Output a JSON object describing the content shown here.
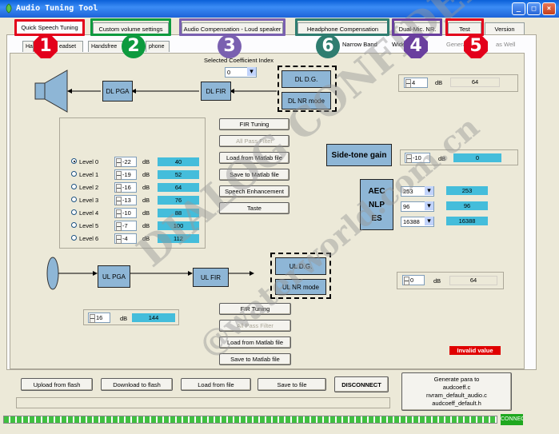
{
  "window": {
    "title": "Audio Tuning Tool",
    "buttons": [
      "_",
      "□",
      "×"
    ]
  },
  "tabs": [
    {
      "label": "Quick Speech Tuning",
      "active": true
    },
    {
      "label": "Custom volume settings"
    },
    {
      "label": "Audio Compensation - Loud speaker"
    },
    {
      "label": "Headphone Compensation"
    },
    {
      "label": "Dual-Mic. NR."
    },
    {
      "label": "Test"
    },
    {
      "label": "Version"
    }
  ],
  "annotations": [
    {
      "n": "1",
      "color": "#e3001b"
    },
    {
      "n": "2",
      "color": "#0d9a3e"
    },
    {
      "n": "3",
      "color": "#7a60b0"
    },
    {
      "n": "6",
      "color": "#2f7d70"
    },
    {
      "n": "4",
      "color": "#6a3f9e"
    },
    {
      "n": "5",
      "color": "#e3001b"
    }
  ],
  "subtabs": [
    "Ha",
    "eadset",
    "Handsfree",
    "phone"
  ],
  "bands": {
    "narrow": "Narrow Band",
    "wide": "Wide",
    "general": "General",
    "as_well": "as Well"
  },
  "coef": {
    "label": "Selected Coefficient Index",
    "value": "0"
  },
  "dl": {
    "pga": "DL PGA",
    "fir": "DL  FIR",
    "dg": "DL D.G.",
    "nr": "DL NR mode"
  },
  "ul": {
    "pga": "UL PGA",
    "fir": "UL  FIR",
    "dg": "UL D.G.",
    "nr": "UL NR mode"
  },
  "fir_buttons": [
    "FIR Tuning",
    "All Pass Filter",
    "Load from Matlab file",
    "Save to Matlab file",
    "Speech Enhancement",
    "Taste"
  ],
  "fir_buttons2": [
    "FIR Tuning",
    "All Pass Filter",
    "Load from Matlab file",
    "Save to Matlab file"
  ],
  "levels": [
    {
      "label": "Level 0",
      "db": "-22",
      "val": "40",
      "selected": true
    },
    {
      "label": "Level 1",
      "db": "-19",
      "val": "52"
    },
    {
      "label": "Level 2",
      "db": "-16",
      "val": "64"
    },
    {
      "label": "Level 3",
      "db": "-13",
      "val": "76"
    },
    {
      "label": "Level 4",
      "db": "-10",
      "val": "88"
    },
    {
      "label": "Level 5",
      "db": "-7",
      "val": "100"
    },
    {
      "label": "Level 6",
      "db": "-4",
      "val": "112"
    }
  ],
  "db_unit": "dB",
  "dl_gain": {
    "db": "4",
    "val": "64"
  },
  "sidetone": {
    "label": "Side-tone gain",
    "db": "-10",
    "val": "0"
  },
  "aec": {
    "labels": [
      "AEC",
      "NLP",
      "ES"
    ],
    "rows": [
      {
        "sel": "253",
        "val": "253"
      },
      {
        "sel": "96",
        "val": "96"
      },
      {
        "sel": "16388",
        "val": "16388"
      }
    ]
  },
  "ul_gain": {
    "db": "0",
    "val": "64"
  },
  "ul_pga_gain": {
    "db": "16",
    "val": "144"
  },
  "invalid": "Invalid value",
  "bottom_buttons": [
    "Upload from flash",
    "Download to flash",
    "Load from file",
    "Save to file",
    "DISCONNECT"
  ],
  "generate": {
    "lines": [
      "Generate para to",
      "audcoeff.c",
      "nvram_default_audio.c",
      "audcoeff_default.h"
    ]
  },
  "status": {
    "progress": 1.0,
    "label": "CONNECTED"
  },
  "watermark": [
    "DIALOG CONFIDENTIAL",
    "@waterworld.com.cn"
  ]
}
